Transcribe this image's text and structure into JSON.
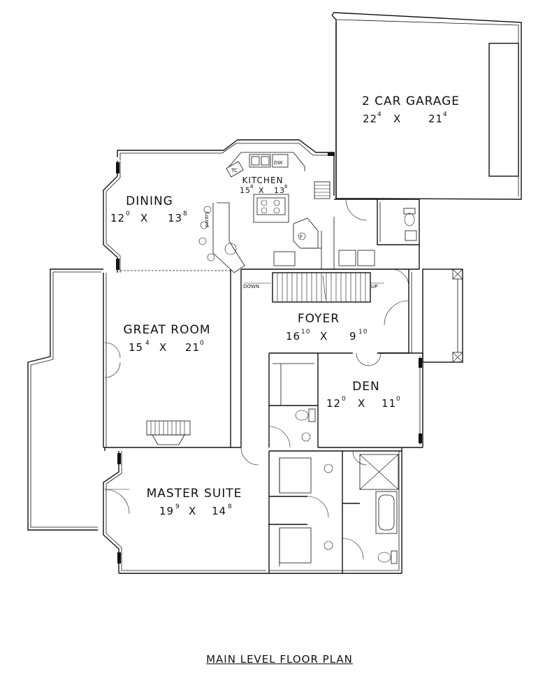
{
  "rooms": {
    "garage": {
      "name": "2 CAR GARAGE",
      "w": "22",
      "w_sup": "4",
      "x": "X",
      "l": "21",
      "l_sup": "4"
    },
    "kitchen": {
      "name": "KITCHEN",
      "w": "15",
      "w_sup": "8",
      "x": "X",
      "l": "13",
      "l_sup": "6"
    },
    "dining": {
      "name": "DINING",
      "w": "12",
      "w_sup": "0",
      "x": "X",
      "l": "13",
      "l_sup": "8"
    },
    "great_room": {
      "name": "GREAT ROOM",
      "w": "15",
      "w_sup": "4",
      "x": "X",
      "l": "21",
      "l_sup": "0"
    },
    "foyer": {
      "name": "FOYER",
      "w": "16",
      "w_sup": "10",
      "x": "X",
      "l": "9",
      "l_sup": "10"
    },
    "den": {
      "name": "DEN",
      "w": "12",
      "w_sup": "0",
      "x": "X",
      "l": "11",
      "l_sup": "0"
    },
    "master": {
      "name": "MASTER SUITE",
      "w": "19",
      "w_sup": "9",
      "x": "X",
      "l": "14",
      "l_sup": "8"
    }
  },
  "stairs": {
    "down": "DOWN",
    "up": "UP"
  },
  "fixtures": {
    "dw": "DW",
    "tc": "TC",
    "pantry": "pantry",
    "refrig": "F"
  },
  "caption": "MAIN LEVEL FLOOR PLAN"
}
